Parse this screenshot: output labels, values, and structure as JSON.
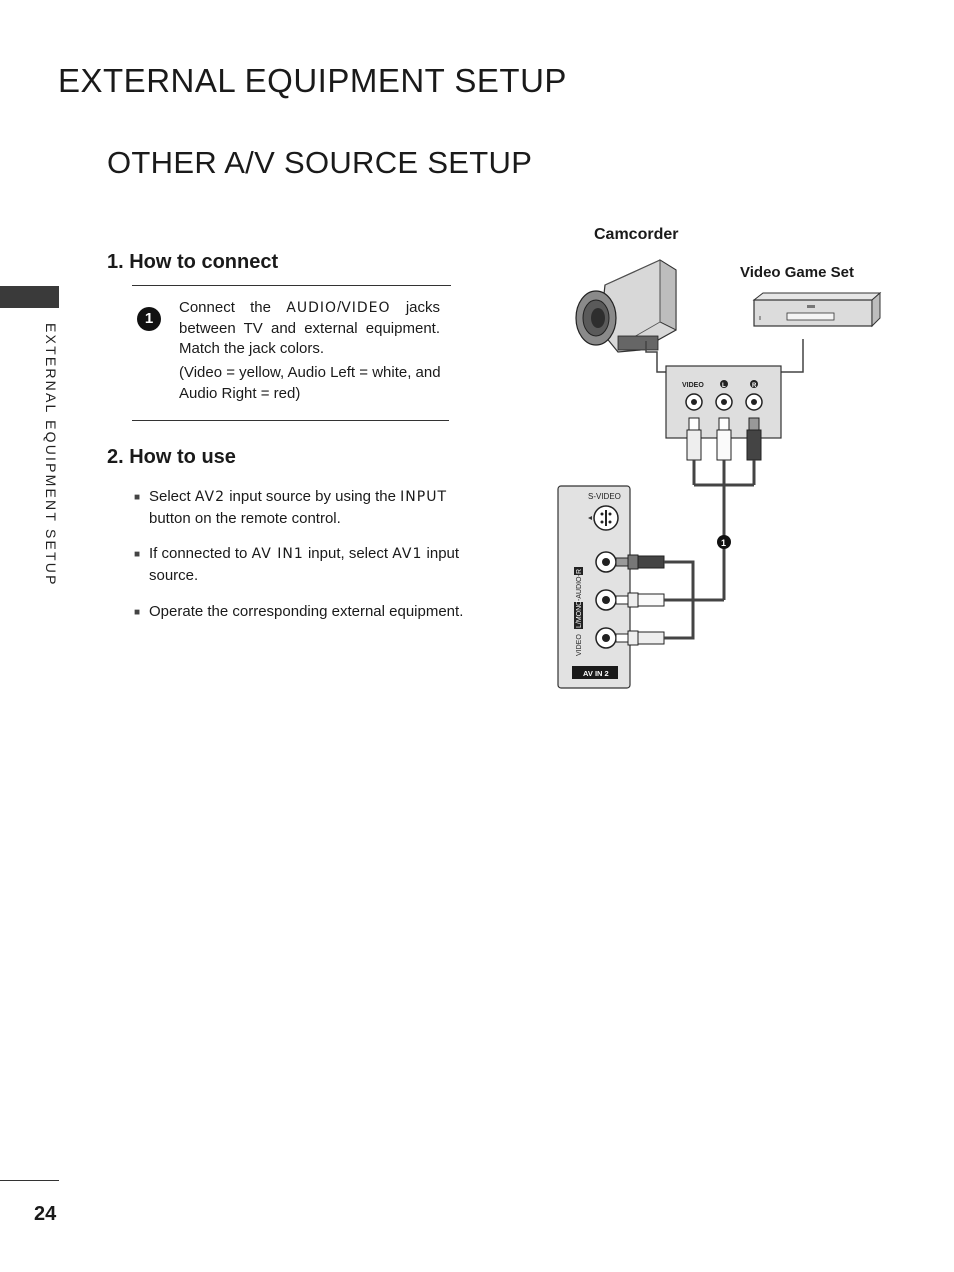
{
  "page_title": "EXTERNAL EQUIPMENT SETUP",
  "section_title": "OTHER A/V SOURCE SETUP",
  "side_tab_text": "EXTERNAL EQUIPMENT SETUP",
  "connect": {
    "heading": "1. How to connect",
    "step_number": "1",
    "text_prefix": "Connect the",
    "jack_audio": "AUDIO",
    "jack_sep": "/",
    "jack_video": "VIDEO",
    "text_suffix": "jacks between TV and external equipment. Match the jack colors.",
    "note": "(Video = yellow, Audio Left = white, and Audio Right = red)"
  },
  "use": {
    "heading": "2. How to use",
    "bullet1_a": "Select",
    "bullet1_b": "AV2",
    "bullet1_c": "input source by using the",
    "bullet1_d": "INPUT",
    "bullet1_e": "button on the remote control.",
    "bullet2_a": "If connected to",
    "bullet2_b": "AV IN1",
    "bullet2_c": "input, select",
    "bullet2_d": "AV1",
    "bullet2_e": "input source.",
    "bullet3": "Operate the corresponding external equipment."
  },
  "diagram": {
    "camcorder_label": "Camcorder",
    "game_label": "Video Game Set",
    "jack_video": "VIDEO",
    "jack_l": "L",
    "jack_r": "R",
    "svideo_label": "S-VIDEO",
    "vertical_label_video": "VIDEO",
    "vertical_label_mono": "L/MONO",
    "vertical_label_audio": "-AUDIO-",
    "vertical_label_r": "R",
    "avin_label": "AV IN 2",
    "callout": "1"
  },
  "page_number": "24"
}
